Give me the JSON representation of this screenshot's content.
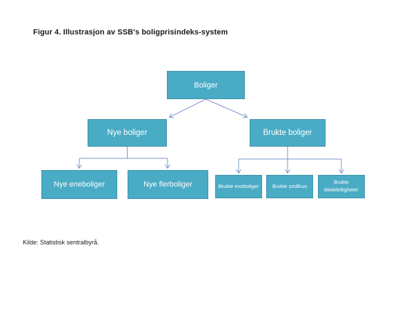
{
  "title": "Figur 4. Illustrasjon av SSB's boligprisindeks-system",
  "source_note": "Kilde: Statistisk sentralbyrå.",
  "colors": {
    "box_fill": "#4AABC5",
    "box_border": "#3E93AB",
    "box_text": "#FFFFFF",
    "connector": "#7896C8",
    "text": "#1A1A1A"
  },
  "diagram": {
    "type": "tree",
    "nodes": {
      "boliger": {
        "label": "Boliger",
        "level": 1
      },
      "nye_boliger": {
        "label": "Nye boliger",
        "level": 2
      },
      "brukte_boliger": {
        "label": "Brukte boliger",
        "level": 2
      },
      "nye_eneboliger": {
        "label": "Nye eneboliger",
        "level": 3
      },
      "nye_flerboliger": {
        "label": "Nye flerboliger",
        "level": 3
      },
      "brukte_eneboliger": {
        "label": "Brukte eneboliger",
        "level": 3
      },
      "brukte_smahus": {
        "label": "Brukte småhus",
        "level": 3
      },
      "brukte_blokkleiligheter": {
        "label": "Brukte blokkleiligheter",
        "level": 3
      }
    },
    "edges": [
      {
        "from": "boliger",
        "to": "nye_boliger"
      },
      {
        "from": "boliger",
        "to": "brukte_boliger"
      },
      {
        "from": "nye_boliger",
        "to": "nye_eneboliger"
      },
      {
        "from": "nye_boliger",
        "to": "nye_flerboliger"
      },
      {
        "from": "brukte_boliger",
        "to": "brukte_eneboliger"
      },
      {
        "from": "brukte_boliger",
        "to": "brukte_smahus"
      },
      {
        "from": "brukte_boliger",
        "to": "brukte_blokkleiligheter"
      }
    ]
  }
}
